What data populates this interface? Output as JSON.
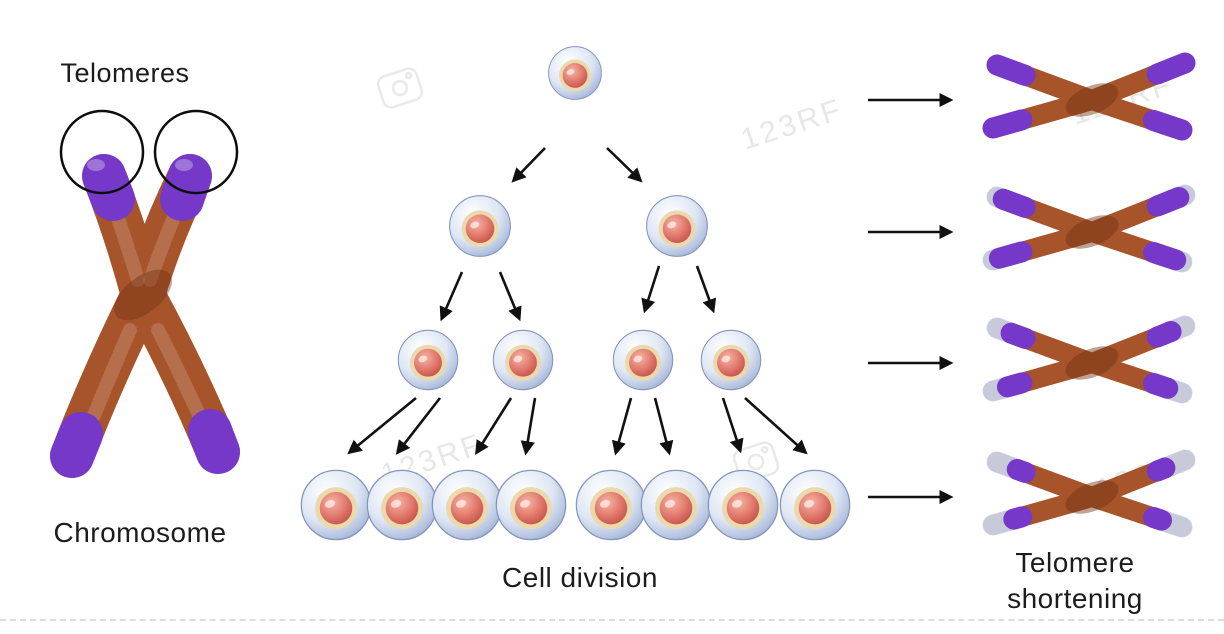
{
  "labels": {
    "telomeres": "Telomeres",
    "chromosome": "Chromosome",
    "cell_division": "Cell division",
    "telomere_shortening": "Telomere shortening"
  },
  "watermark": {
    "text": "123RF",
    "symbol": "camera-icon"
  },
  "colors": {
    "chromosome_body": "#a7542a",
    "telomere": "#7538c8",
    "depleted_telomere": "#ccd7ec",
    "cell_outer": "#b3c1de",
    "cell_nucleus": "#d3574f",
    "arrow": "#111111"
  },
  "diagram": {
    "cell_rows": [
      {
        "count": 1
      },
      {
        "count": 2
      },
      {
        "count": 4
      },
      {
        "count": 8
      }
    ],
    "telomere_stages": 4,
    "telomere_fractions": [
      1,
      0.78,
      0.5,
      0.28
    ]
  }
}
